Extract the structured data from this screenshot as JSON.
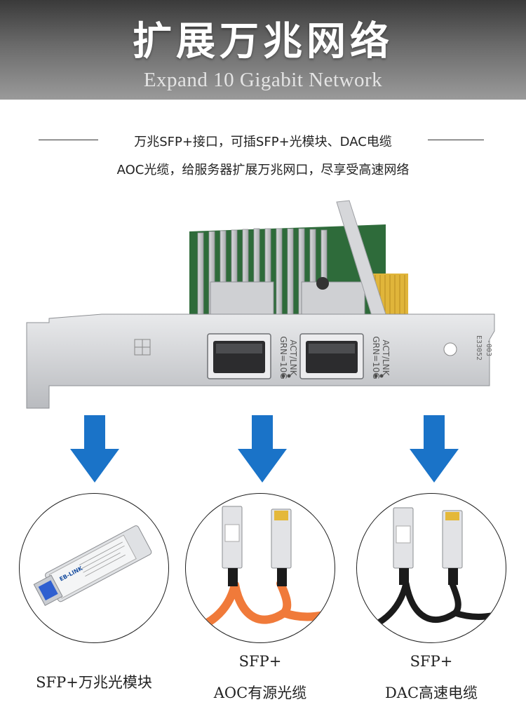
{
  "header": {
    "title": "扩展万兆网络",
    "subtitle": "Expand 10 Gigabit Network"
  },
  "intro": {
    "line1": "万兆SFP+接口，可插SFP+光模块、DAC电缆",
    "line2": "AOC光缆，给服务器扩展万兆网口，尽享受高速网络"
  },
  "card": {
    "port_label_1": "GRN=10G",
    "port_label_2": "ACT/LNK",
    "port_label_3": "GRN=10G",
    "port_label_4": "ACT/LNK",
    "bracket_code_1": "E33052",
    "bracket_code_2": "-003"
  },
  "options": [
    {
      "caption_line1": "SFP+万兆光模块",
      "caption_line2": ""
    },
    {
      "caption_line1": "SFP+",
      "caption_line2": "AOC有源光缆"
    },
    {
      "caption_line1": "SFP+",
      "caption_line2": "DAC高速电缆"
    }
  ],
  "module_brand": "EB-LINK",
  "colors": {
    "arrow_blue": "#1a73c8",
    "aoc_orange": "#f07a3a",
    "dac_black": "#1b1b1b",
    "banner_dark": "#3a3a3a"
  }
}
